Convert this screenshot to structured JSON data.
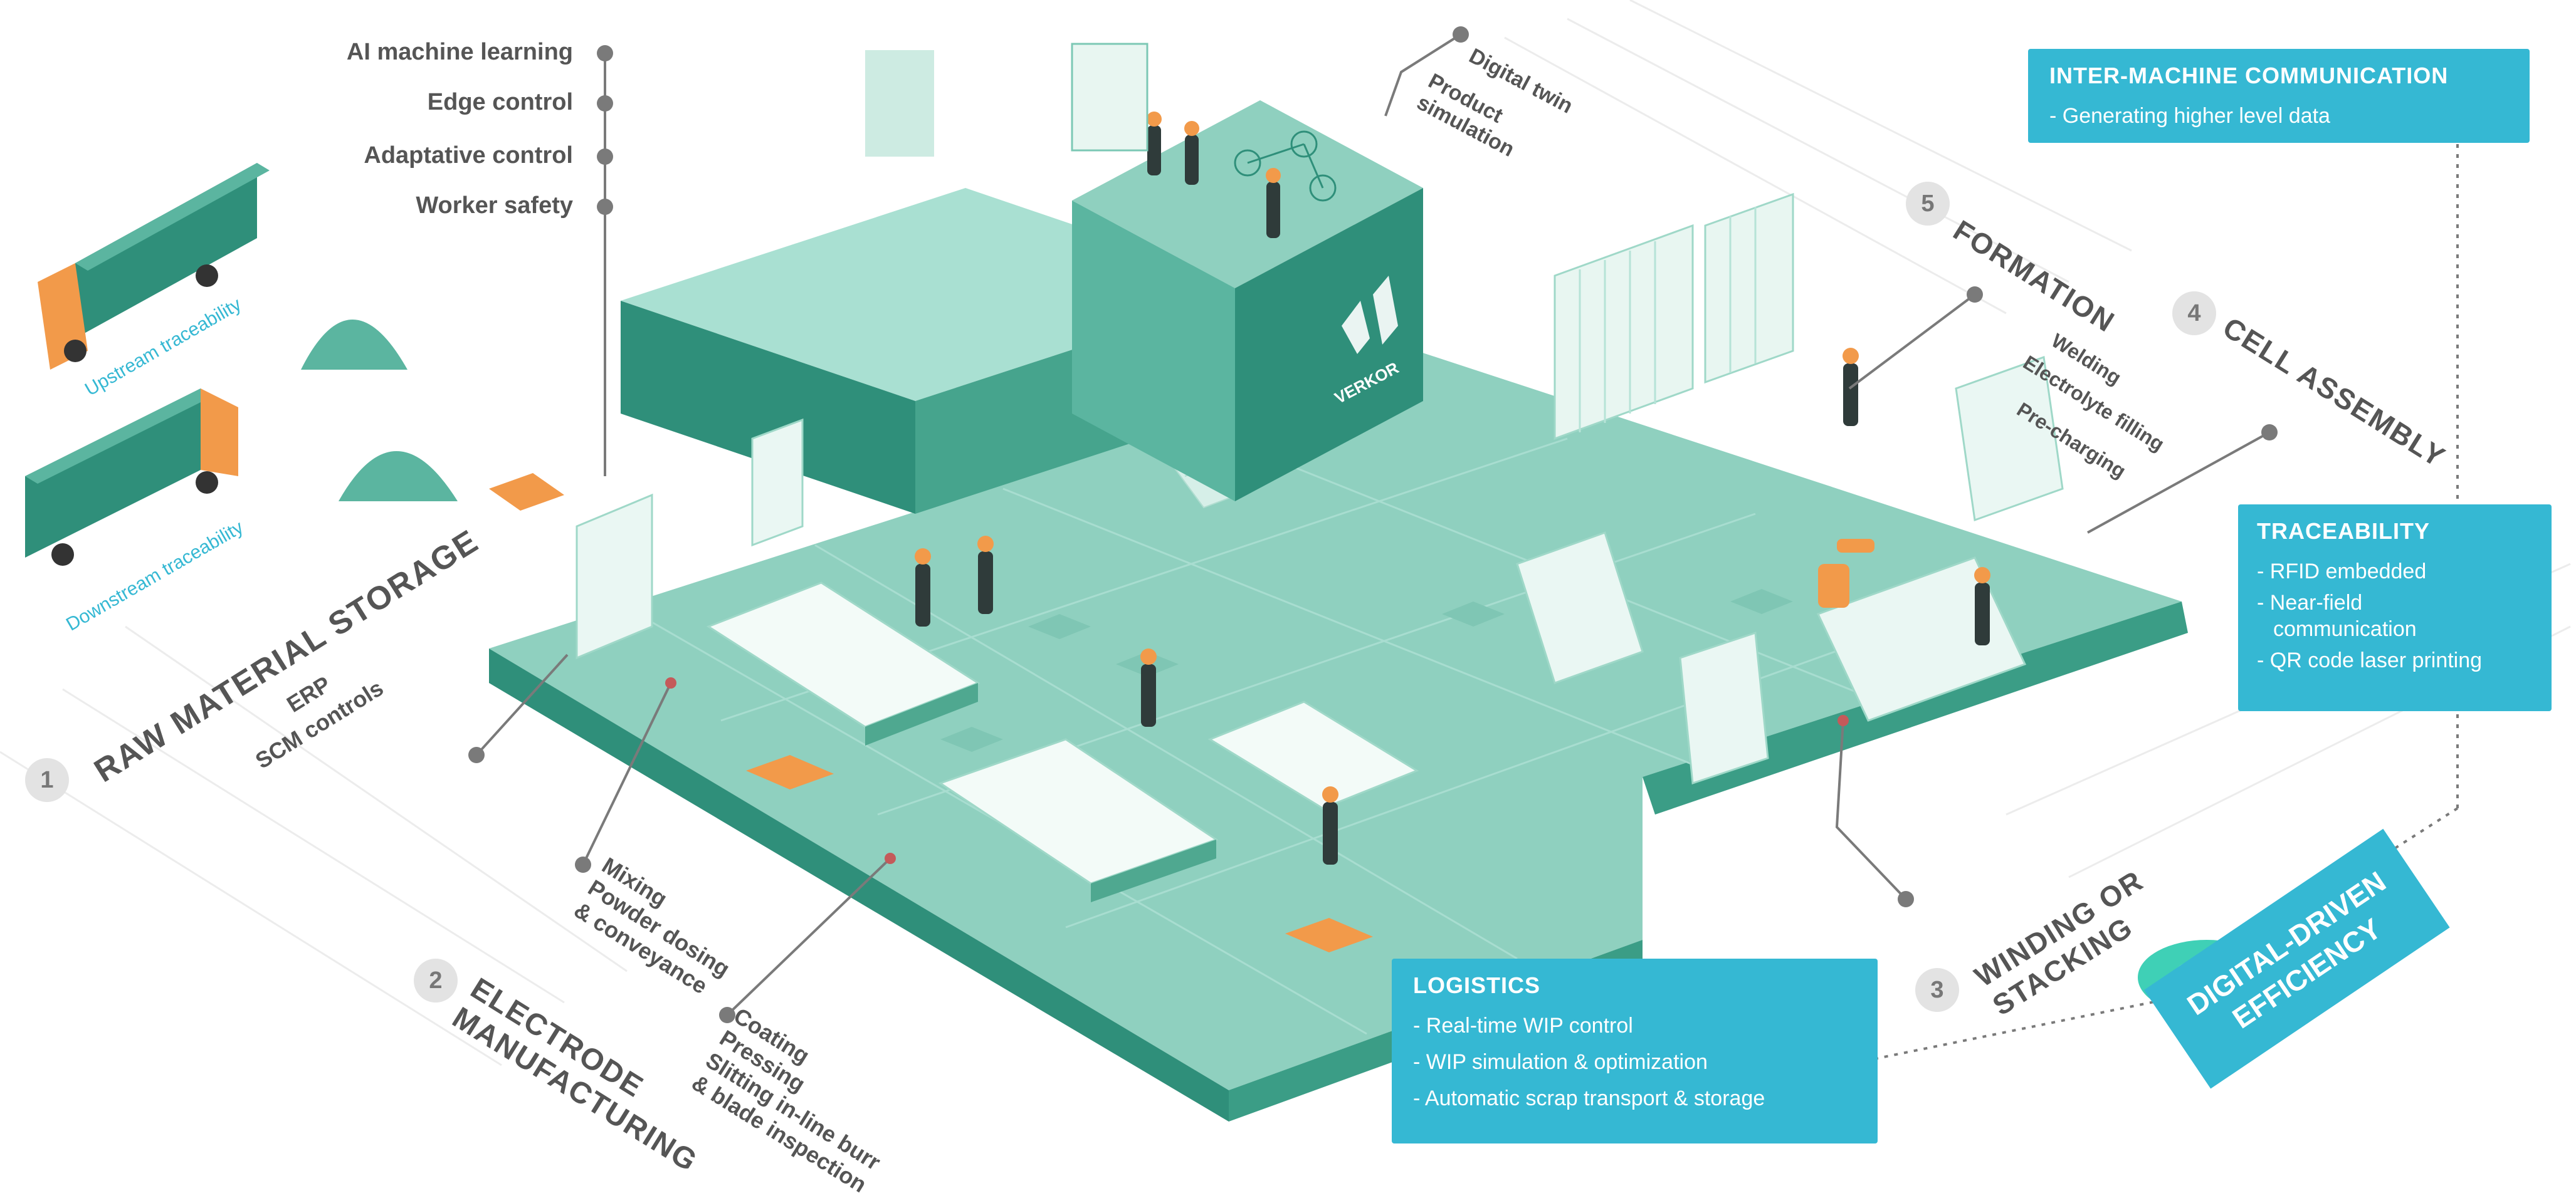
{
  "left_labels": {
    "items": [
      "AI machine learning",
      "Edge control",
      "Adaptative control",
      "Worker safety"
    ]
  },
  "top_labels": {
    "digital_twin": "Digital twin",
    "product_sim_1": "Product",
    "product_sim_2": "simulation"
  },
  "traceability_labels": {
    "upstream": "Upstream traceability",
    "downstream": "Downstream traceability"
  },
  "steps": {
    "s1": {
      "num": "1",
      "title": "RAW MATERIAL STORAGE",
      "subs": [
        "ERP",
        "SCM controls"
      ]
    },
    "s2": {
      "num": "2",
      "title_1": "ELECTRODE",
      "title_2": "MANUFACTURING",
      "subs_a": [
        "Mixing",
        "Powder dosing",
        "& conveyance"
      ],
      "subs_b": [
        "Coating",
        "Pressing",
        "Slitting in-line burr",
        "& blade inspection"
      ]
    },
    "s3": {
      "num": "3",
      "title_1": "WINDING OR",
      "title_2": "STACKING"
    },
    "s4": {
      "num": "4",
      "title": "CELL ASSEMBLY",
      "subs": [
        "Welding",
        "Electrolyte filling",
        "Pre-charging"
      ]
    },
    "s5": {
      "num": "5",
      "title": "FORMATION"
    }
  },
  "inter_machine": {
    "title": "INTER-MACHINE COMMUNICATION",
    "items": [
      "Generating higher level data"
    ]
  },
  "traceability": {
    "title": "TRACEABILITY",
    "items": [
      "RFID embedded",
      "Near-field",
      "communication",
      "QR code laser printing"
    ]
  },
  "logistics": {
    "title": "LOGISTICS",
    "items": [
      "Real-time WIP control",
      "WIP simulation & optimization",
      "Automatic scrap transport & storage"
    ]
  },
  "digital_driven": {
    "line1": "DIGITAL-DRIVEN",
    "line2": "EFFICIENCY"
  },
  "brand": {
    "logo_text": "VERKOR"
  },
  "colors": {
    "teal_dark": "#2f8f7a",
    "teal_mid": "#5bb5a0",
    "teal_light": "#9fd8c8",
    "teal_floor": "#7cc8b5",
    "accent_blue": "#35b8d3",
    "orange": "#f29a4a"
  }
}
